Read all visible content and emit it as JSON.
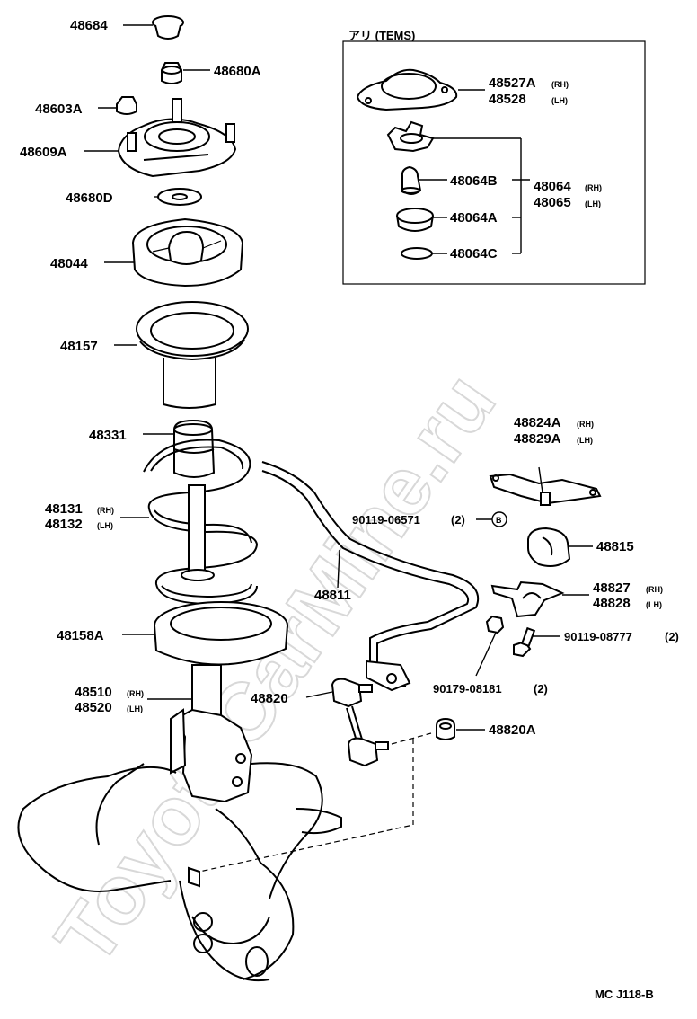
{
  "watermark": "ToyotaCarMine.ru",
  "diagram_code": "MC J118-B",
  "inset": {
    "title": "アリ (TEMS)"
  },
  "labels": {
    "p48684": "48684",
    "p48680A": "48680A",
    "p48603A": "48603A",
    "p48609A": "48609A",
    "p48680D": "48680D",
    "p48044": "48044",
    "p48157": "48157",
    "p48331": "48331",
    "p48131": "48131",
    "p48132": "48132",
    "p48158A": "48158A",
    "p48510": "48510",
    "p48520": "48520",
    "p48527A": "48527A",
    "p48528": "48528",
    "p48064B": "48064B",
    "p48064A": "48064A",
    "p48064C": "48064C",
    "p48064": "48064",
    "p48065": "48065",
    "p48824A": "48824A",
    "p48829A": "48829A",
    "p90119_06571": "90119-06571",
    "p90119_06571_qty": "(2)",
    "b_marker": "B",
    "p48815": "48815",
    "p48811": "48811",
    "p48827": "48827",
    "p48828": "48828",
    "p90119_08777": "90119-08777",
    "p90119_08777_qty": "(2)",
    "p48820": "48820",
    "p90179_08181": "90179-08181",
    "p90179_08181_qty": "(2)",
    "p48820A": "48820A"
  },
  "side": {
    "rh": "(RH)",
    "lh": "(LH)"
  }
}
